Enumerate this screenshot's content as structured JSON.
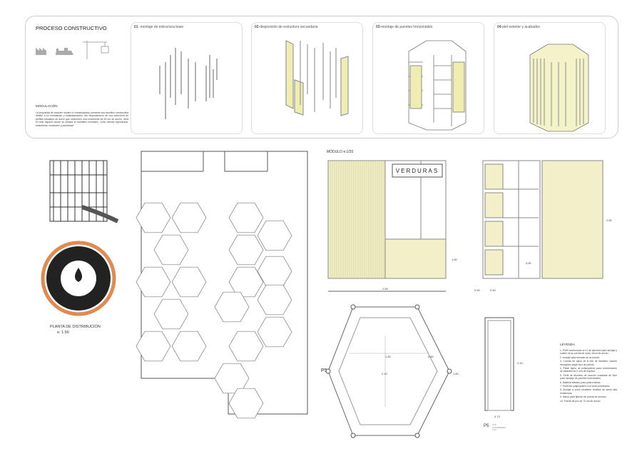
{
  "header": {
    "title": "PROCESO CONSTRUCTIVO"
  },
  "modulacion": {
    "title": "MODULACIÓN",
    "text": "La propuesta de carácter modero e industrializado presenta una sencillez constructiva debido a su modulación y estandarización. Así dispondremos de una estructura de perfiles tubulares de acero que conformen una envolvente de 50 cm de ancho. Será en este espacio donde se ubicará el mobiliario necesario, como vitrinas expositoras, estanterías, mostrador y publicidad."
  },
  "steps": [
    {
      "num": "01",
      "label": "- montaje de estructura base"
    },
    {
      "num": "02",
      "label": "-disposición de estructura secundaria"
    },
    {
      "num": "03",
      "label": "-montaje de paneles horizontales"
    },
    {
      "num": "04",
      "label": "-piel exterior y acabados"
    }
  ],
  "plan": {
    "title": "PLANTA DE DISTRIBUCIÓN",
    "scale": "e: 1:50"
  },
  "module": {
    "title": "MÓDULO e:1/20",
    "sign": "VERDURAS",
    "dims": {
      "w1": "2.80",
      "h1": "1.60",
      "h2": "2.80",
      "a": "0.50",
      "b": "0.50",
      "c": "0.80",
      "w2": "1.80",
      "d2": "0.80",
      "h3": "2.10",
      "h4": "1.60",
      "door_h": "2.10",
      "door_w": "0.73"
    }
  },
  "p5": {
    "label": "P5",
    "caption": "P5",
    "sub1": "PVC",
    "sub2": "CORREDERA",
    "sub3": "1:20"
  },
  "legend": {
    "title": "LEYENDA",
    "items": [
      "1. Perfil conformado en U de aluminio para anclaje y sostén de la cuerda de nylon 15cm de ancho.",
      "2. Anclaje para tensado de la cuerda.",
      "3. Cuerda de nylon de 8 mm de diámetro colores escogidos según tipo de puesto.",
      "4. Panel ligero de polipropileno para conformación de estantes de 5 mm de espesor.",
      "5. Perfil de aluminio de sección cuadrada de 5cm para montaje de paneles horizontales.",
      "6. Material elástico para junta exterior.",
      "7. Panel de polipropileno con vinilo publicitario.",
      "8. Anclaje a suelo mediante tornillos de acero alta resistencia.",
      "9. Marco para fijación de puerta de servicio.",
      "10. Puerta de pvc de 70 cm de ancho."
    ]
  },
  "colors": {
    "accent": "#efeeb0",
    "line": "#666",
    "loom": "#e08a50"
  }
}
